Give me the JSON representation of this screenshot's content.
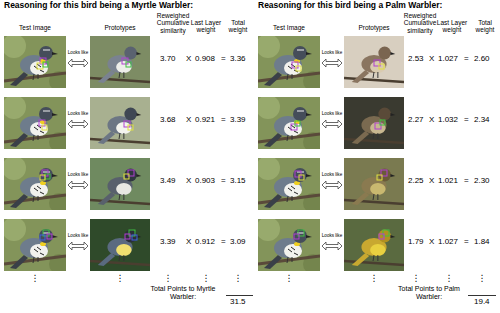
{
  "diagram": {
    "labels": [
      "Reasoning for this bird being a Myrtle Warbler:",
      "Reasoning for this bird being a Palm Warbler:",
      "Test Image",
      "Prototypes",
      "Reweighed Cumulative similarity",
      "Last Layer weight",
      "Total weight",
      "Test Image",
      "Prototypes",
      "Reweighed Cumulative similarity",
      "Last Layer weight",
      "Total weight",
      "Looks like",
      "3.70",
      "X",
      "0.908",
      "=",
      "3.36",
      "Looks like",
      "3.68",
      "X",
      "0.921",
      "=",
      "3.39",
      "Looks like",
      "3.49",
      "X",
      "0.903",
      "=",
      "3.15",
      "Looks like",
      "3.39",
      "X",
      "0.912",
      "=",
      "3.09",
      "Looks like",
      "2.53",
      "X",
      "1.027",
      "=",
      "2.60",
      "Looks like",
      "2.27",
      "X",
      "1.032",
      "=",
      "2.34",
      "Looks like",
      "2.25",
      "X",
      "1.021",
      "=",
      "2.30",
      "Looks like",
      "1.79",
      "X",
      "1.027",
      "=",
      "1.84",
      "⋮",
      "⋮",
      "⋮",
      "⋮",
      "⋮",
      "Total Points to Myrtle Warbler:",
      "31.5",
      "⋮",
      "⋮",
      "⋮",
      "⋮",
      "⋮",
      "Total Points to Palm Warbler:",
      "19.4"
    ]
  }
}
